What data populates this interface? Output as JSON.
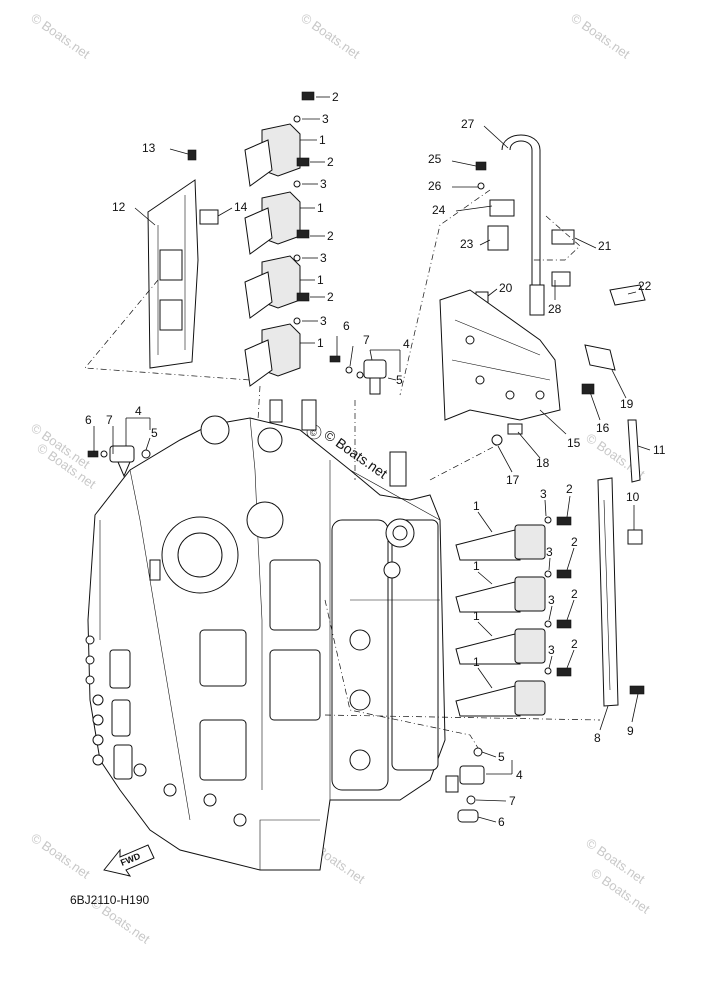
{
  "diagram": {
    "code": "6BJ2110-H190",
    "fwd_label": "FWD",
    "watermarks": [
      "© Boats.net",
      "© Boats.net",
      "© Boats.net",
      "© Boats.net",
      "© Boats.net",
      "© Boats.net",
      "© Boats.net",
      "© Boats.net",
      "© Boats.net",
      "© Boats.net",
      "© Boats.net",
      "© Boats.net"
    ],
    "callouts": [
      "2",
      "3",
      "1",
      "2",
      "3",
      "1",
      "2",
      "3",
      "1",
      "2",
      "3",
      "1",
      "13",
      "12",
      "14",
      "6",
      "7",
      "4",
      "5",
      "6",
      "7",
      "4",
      "5",
      "27",
      "25",
      "26",
      "24",
      "23",
      "21",
      "22",
      "20",
      "28",
      "19",
      "16",
      "15",
      "18",
      "17",
      "11",
      "10",
      "3",
      "2",
      "1",
      "3",
      "2",
      "1",
      "3",
      "2",
      "1",
      "3",
      "2",
      "1",
      "8",
      "9",
      "5",
      "4",
      "7",
      "6"
    ]
  }
}
